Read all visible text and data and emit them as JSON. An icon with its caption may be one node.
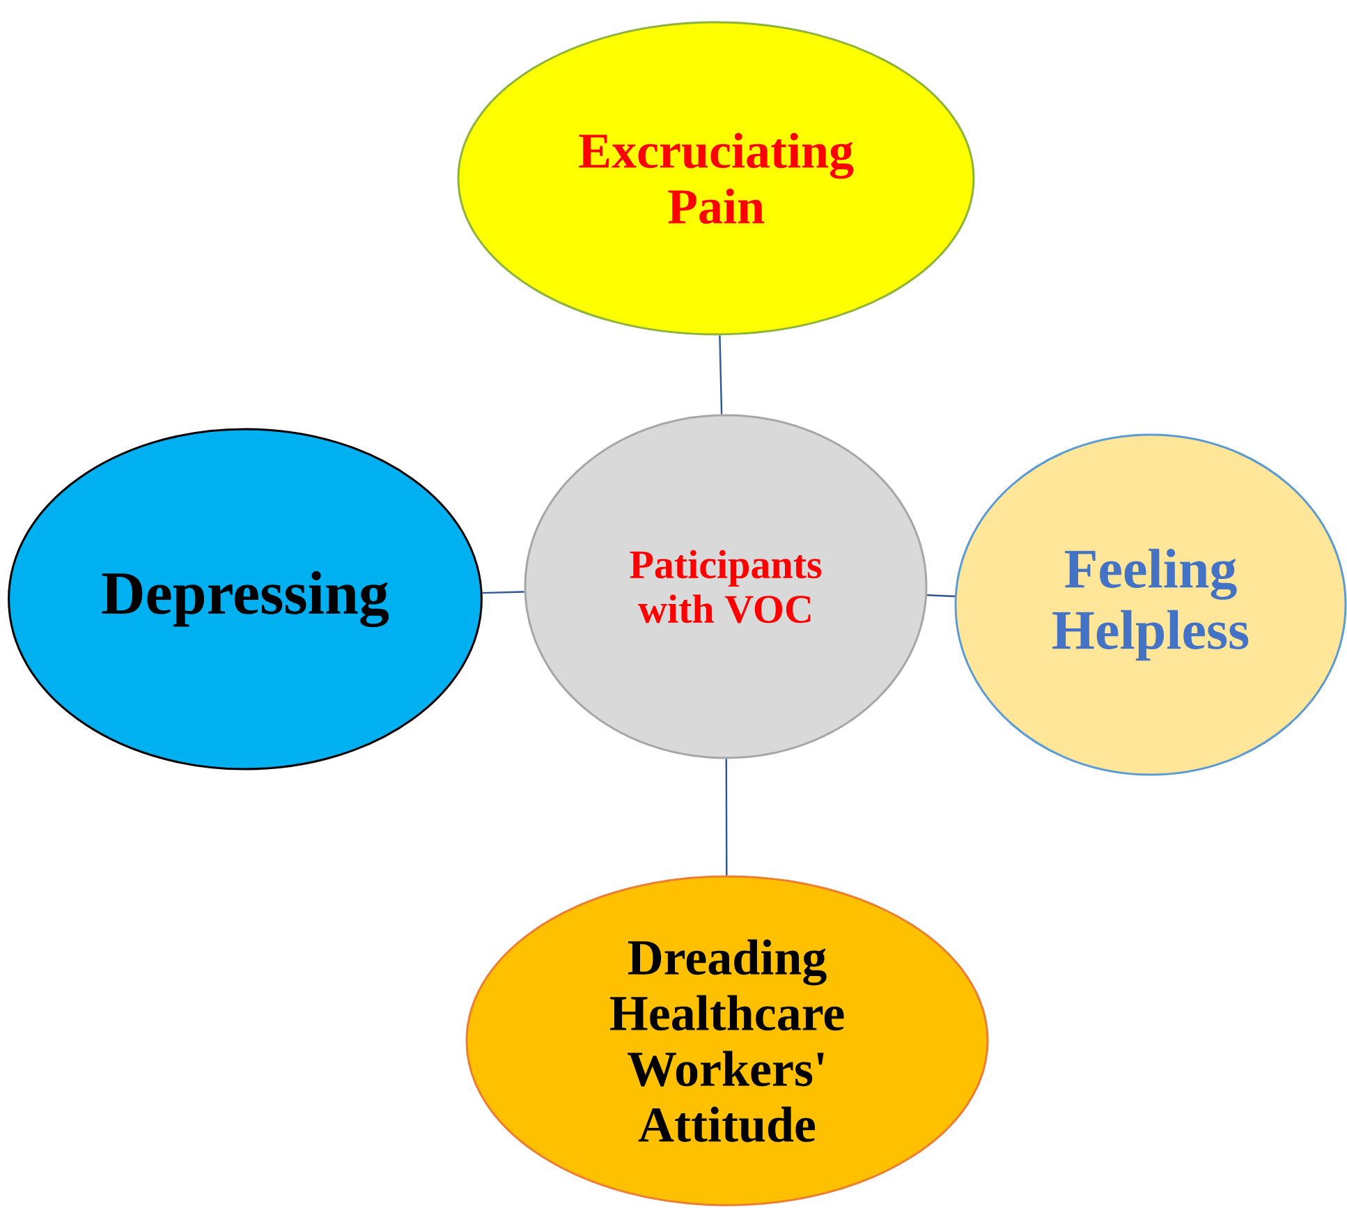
{
  "diagram": {
    "nodes": [
      {
        "text": [
          "Paticipants with VOC"
        ]
      },
      {
        "text": [
          "Excruciating Pain"
        ]
      },
      {
        "text": [
          "Depressing"
        ]
      },
      {
        "text": [
          "Feeling Helpless"
        ]
      },
      {
        "text": [
          "Dreading Healthcare Workers' Attitude"
        ]
      }
    ],
    "edges": [
      {
        "from": 0,
        "to": 1,
        "arrow": "none"
      },
      {
        "from": 0,
        "to": 2,
        "arrow": "none"
      },
      {
        "from": 0,
        "to": 3,
        "arrow": "none"
      },
      {
        "from": 0,
        "to": 4,
        "arrow": "none"
      }
    ]
  }
}
